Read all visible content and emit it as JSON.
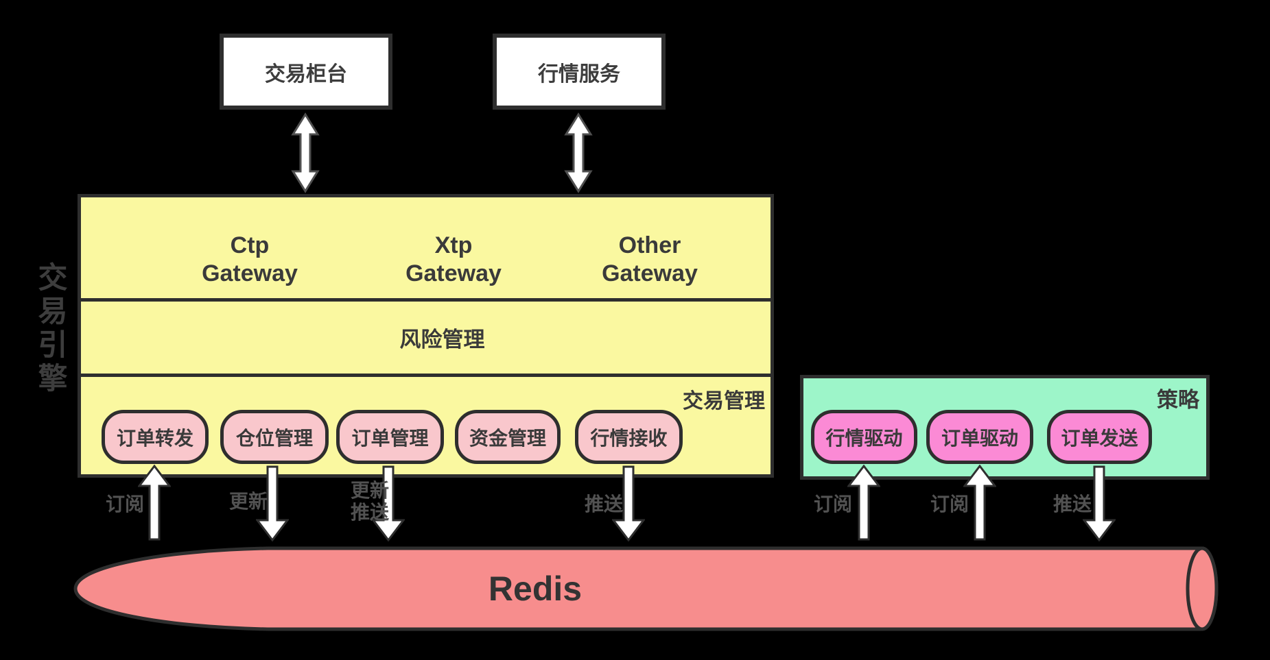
{
  "colors": {
    "background": "#000000",
    "box_border": "#2e2e2e",
    "panel_yellow": "#faf8a0",
    "pill_pink": "#f9c7cc",
    "pill_hot_pink": "#fb8ad5",
    "panel_green": "#9df5c9",
    "cylinder_salmon": "#f78d8d",
    "dark_text": "#3a3a3a",
    "muted_label": "#525252",
    "arrow_fill": "#ffffff"
  },
  "diagram": {
    "engine_label": "交易引擎",
    "top_boxes": [
      {
        "label": "交易柜台"
      },
      {
        "label": "行情服务"
      }
    ],
    "gateway_row": [
      {
        "line1": "Ctp",
        "line2": "Gateway"
      },
      {
        "line1": "Xtp",
        "line2": "Gateway"
      },
      {
        "line1": "Other",
        "line2": "Gateway"
      }
    ],
    "risk_row": {
      "label": "风险管理"
    },
    "trade_section": {
      "label": "交易管理",
      "modules": [
        "订单转发",
        "仓位管理",
        "订单管理",
        "资金管理",
        "行情接收"
      ]
    },
    "strategy_section": {
      "label": "策略",
      "modules": [
        "行情驱动",
        "订单驱动",
        "订单发送"
      ]
    },
    "redis": {
      "label": "Redis"
    },
    "flow_labels": {
      "subscribe_order_forward": "订阅",
      "update_position": "更新",
      "update_push_order": [
        "更新",
        "推送"
      ],
      "push_market_recv": "推送",
      "subscribe_market_drive": "订阅",
      "subscribe_order_drive": "订阅",
      "push_order_send": "推送"
    }
  }
}
